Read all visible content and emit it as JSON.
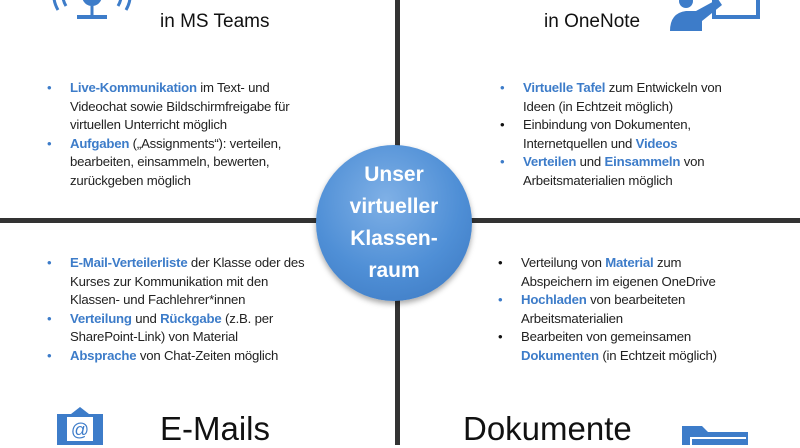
{
  "center": {
    "label": "Unser\nvirtueller\nKlassen-\nraum"
  },
  "quadrants": {
    "teams": {
      "title": "in MS Teams",
      "bullets": [
        {
          "segments": [
            {
              "text": "Live-Kommunikation",
              "hl": true
            },
            {
              "text": " im Text- und Videochat sowie Bildschirmfreigabe für virtuellen Unterricht möglich",
              "hl": false
            }
          ]
        },
        {
          "segments": [
            {
              "text": "Aufgaben",
              "hl": true
            },
            {
              "text": " („Assignments“): verteilen, bearbeiten, einsammeln, bewerten, zurückgeben möglich",
              "hl": false
            }
          ]
        }
      ]
    },
    "onenote": {
      "title": "in OneNote",
      "bullets": [
        {
          "segments": [
            {
              "text": "Virtuelle Tafel",
              "hl": true
            },
            {
              "text": " zum Entwickeln von Ideen (in Echtzeit möglich)",
              "hl": false
            }
          ]
        },
        {
          "segments": [
            {
              "text": "Einbindung von Dokumenten, Internetquellen und ",
              "hl": false
            },
            {
              "text": "Videos",
              "hl": true
            }
          ]
        },
        {
          "segments": [
            {
              "text": "Verteilen",
              "hl": true
            },
            {
              "text": " und ",
              "hl": false
            },
            {
              "text": "Einsammeln",
              "hl": true
            },
            {
              "text": " von Arbeitsmaterialien möglich",
              "hl": false
            }
          ]
        }
      ]
    },
    "emails": {
      "title": "E-Mails",
      "bullets": [
        {
          "segments": [
            {
              "text": "E-Mail-Verteilerliste",
              "hl": true
            },
            {
              "text": " der Klasse oder des Kurses zur Kommunikation mit den Klassen- und Fachlehrer*innen",
              "hl": false
            }
          ]
        },
        {
          "segments": [
            {
              "text": "Verteilung",
              "hl": true
            },
            {
              "text": " und ",
              "hl": false
            },
            {
              "text": "Rückgabe",
              "hl": true
            },
            {
              "text": " (z.B. per SharePoint-Link) von Material",
              "hl": false
            }
          ]
        },
        {
          "segments": [
            {
              "text": "Absprache",
              "hl": true
            },
            {
              "text": " von Chat-Zeiten möglich",
              "hl": false
            }
          ]
        }
      ]
    },
    "dokumente": {
      "title": "Dokumente",
      "bullets": [
        {
          "segments": [
            {
              "text": "Verteilung von ",
              "hl": false
            },
            {
              "text": "Material",
              "hl": true
            },
            {
              "text": " zum Abspeichern im eigenen OneDrive",
              "hl": false
            }
          ]
        },
        {
          "segments": [
            {
              "text": "Hochladen",
              "hl": true
            },
            {
              "text": " von bearbeiteten Arbeitsmaterialien",
              "hl": false
            }
          ]
        },
        {
          "segments": [
            {
              "text": "Bearbeiten von gemeinsamen ",
              "hl": false
            },
            {
              "text": "Dokumenten",
              "hl": true
            },
            {
              "text": " (in Echtzeit möglich)",
              "hl": false
            }
          ]
        }
      ]
    }
  },
  "colors": {
    "accent": "#3d7cc9",
    "divider": "#333333"
  }
}
